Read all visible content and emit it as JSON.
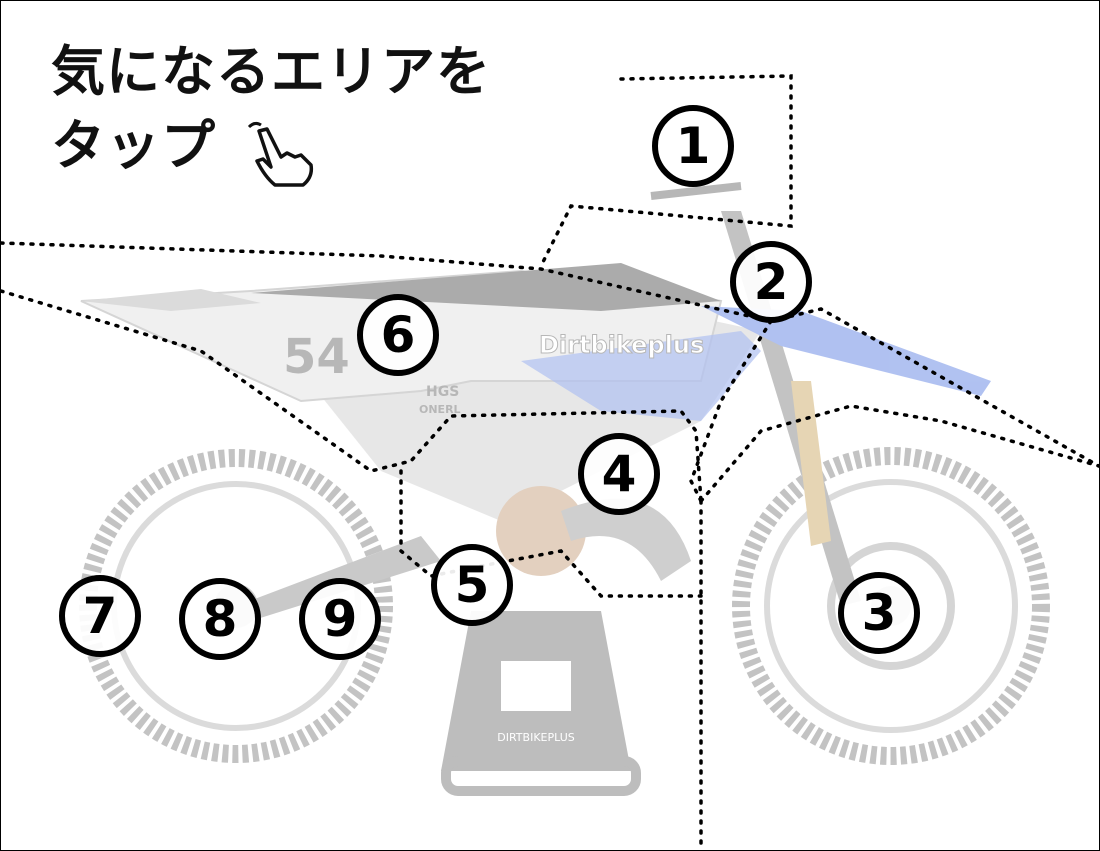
{
  "header": {
    "line1": "気になるエリアを",
    "line2": "タップ",
    "pointer_icon": "tap-hand-icon"
  },
  "bike": {
    "race_number": "54",
    "brand_text": "Dirtbikeplus",
    "tank_text_1": "HGS",
    "tank_text_2": "ONERL",
    "stand_text": "DIRTBIKEPLUS"
  },
  "areas": [
    {
      "id": "1",
      "label": "1"
    },
    {
      "id": "2",
      "label": "2"
    },
    {
      "id": "3",
      "label": "3"
    },
    {
      "id": "4",
      "label": "4"
    },
    {
      "id": "5",
      "label": "5"
    },
    {
      "id": "6",
      "label": "6"
    },
    {
      "id": "7",
      "label": "7"
    },
    {
      "id": "8",
      "label": "8"
    },
    {
      "id": "9",
      "label": "9"
    }
  ],
  "colors": {
    "accent_blue": "#1f4fd8",
    "bike_gray": "#c9c9c9",
    "outline": "#000000"
  }
}
